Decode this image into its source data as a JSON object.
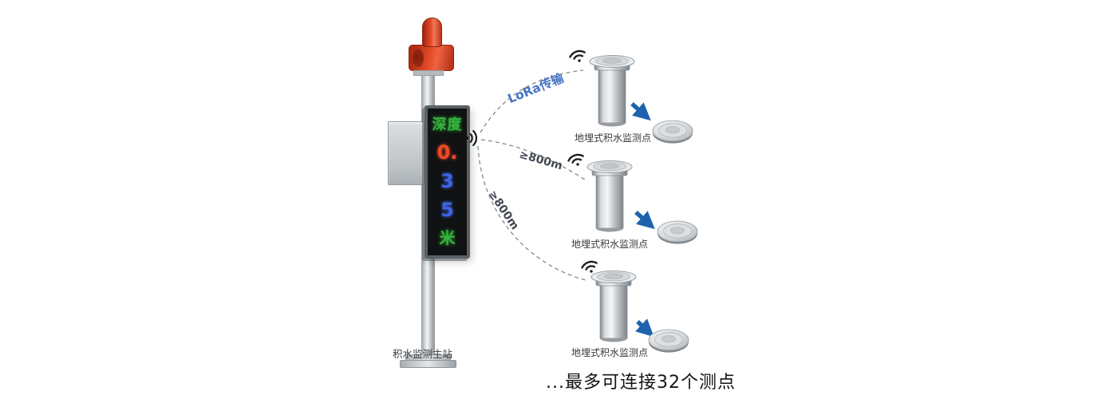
{
  "diagram": {
    "main_station": {
      "label": "积水监测主站",
      "display": {
        "row1": "深度",
        "row2": "0.",
        "row3": "3",
        "row4": "5",
        "row5": "米"
      }
    },
    "links": [
      {
        "label": "LoRa传输"
      },
      {
        "label": "≥800m"
      },
      {
        "label": "≥800m"
      }
    ],
    "sensors": [
      {
        "label": "地埋式积水监测点"
      },
      {
        "label": "地埋式积水监测点"
      },
      {
        "label": "地埋式积水监测点"
      }
    ],
    "footer_note": "...最多可连接32个测点",
    "colors": {
      "beacon_red": "#d9401f",
      "led_green": "#34b33c",
      "led_red": "#ef4a26",
      "led_blue": "#3e63e0",
      "arrow_blue": "#1e63ae",
      "lora_label_blue": "#4573c6"
    }
  }
}
